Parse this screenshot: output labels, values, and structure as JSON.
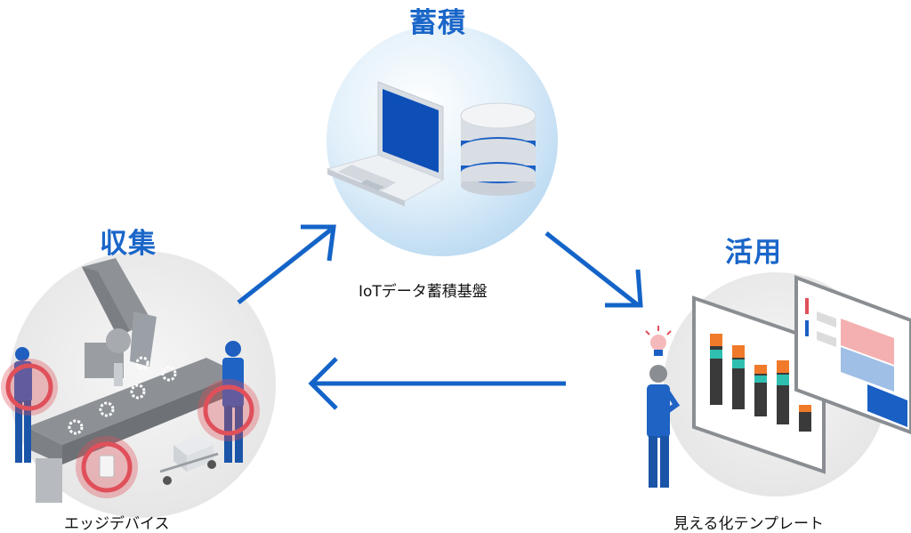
{
  "stages": {
    "accumulate": {
      "heading": "蓄積",
      "caption": "IoTデータ蓄積基盤"
    },
    "collect": {
      "heading": "収集",
      "caption": "エッジデバイス"
    },
    "utilize": {
      "heading": "活用",
      "caption": "見える化テンプレート"
    }
  },
  "colors": {
    "heading_blue": "#1a66c9",
    "arrow_blue": "#1464c8",
    "ring_red": "#e0505a",
    "circle_light_blue": "#cfe6f6",
    "circle_gray": "#ececec",
    "bar_orange": "#f07a2a",
    "bar_teal": "#2fbfb0",
    "bar_dark": "#3a3a3a"
  },
  "icons": [
    "laptop-icon",
    "database-icon",
    "robot-arm-icon",
    "conveyor-belt-icon",
    "worker-icon",
    "sensor-ring-icon",
    "dashboard-icon",
    "lightbulb-icon",
    "thinking-person-icon",
    "cycle-arrow-icon"
  ]
}
